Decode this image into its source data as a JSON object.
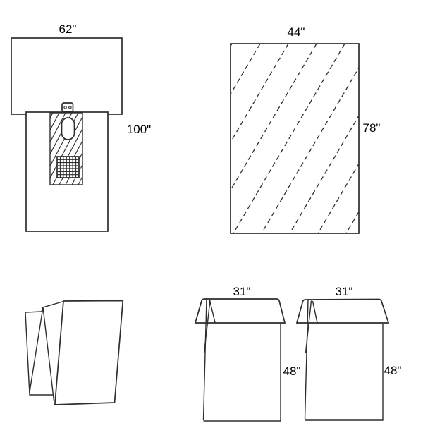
{
  "page": {
    "background_color": "#ffffff",
    "line_color": "#2d2d2d",
    "text_color": "#000000",
    "description_visible_text_only": true
  },
  "figures": {
    "fenestrated_drape": {
      "width_label": "62\"",
      "length_label": "100\""
    },
    "incise_sheet": {
      "width_label": "44\"",
      "length_label": "78\""
    },
    "folded_towel": {},
    "left_cover": {
      "width_label": "31\"",
      "length_label": "48\""
    },
    "right_cover": {
      "width_label": "31\"",
      "length_label": "48\""
    }
  }
}
